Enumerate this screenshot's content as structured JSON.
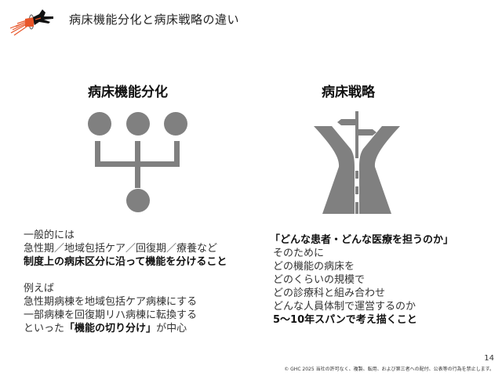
{
  "header": {
    "title": "病床機能分化と病床戦略の違い",
    "logo": "fox-mascot-logo"
  },
  "left": {
    "heading": "病床機能分化",
    "icon": "converge-nodes-icon",
    "lines": [
      {
        "text": "一般的には",
        "bold": false
      },
      {
        "text": "急性期／地域包括ケア／回復期／療養など",
        "bold": false
      },
      {
        "text": "制度上の病床区分に沿って機能を分けること",
        "bold": true
      }
    ],
    "example_lines": [
      {
        "text": "例えば"
      },
      {
        "text": "急性期病棟を地域包括ケア病棟にする"
      },
      {
        "text": "一部病棟を回復期リハ病棟に転換する"
      }
    ],
    "last_line": {
      "prefix": "といった",
      "open_bracket": "「",
      "bold": "機能の切り分け",
      "close_bracket": "」",
      "suffix": "が中心"
    }
  },
  "right": {
    "heading": "病床戦略",
    "icon": "road-signpost-icon",
    "lines": [
      {
        "text": "「どんな患者・どんな医療を担うのか」",
        "bold": true
      },
      {
        "text": "そのために",
        "bold": false
      },
      {
        "text": "どの機能の病床を",
        "bold": false
      },
      {
        "text": "どのくらいの規模で",
        "bold": false
      },
      {
        "text": "どの診療科と組み合わせ",
        "bold": false
      },
      {
        "text": "どんな人員体制で運営するのか",
        "bold": false
      },
      {
        "text": "5〜10年スパンで考え描くこと",
        "bold": true
      }
    ]
  },
  "footer": {
    "page_number": "14",
    "copyright": "© GHC 2025  当社の許可なく、複製、転用、および第三者への配付、公表等の行為を禁止します。"
  },
  "colors": {
    "icon_gray": "#808080",
    "logo_orange": "#e8562a",
    "text": "#222222"
  }
}
